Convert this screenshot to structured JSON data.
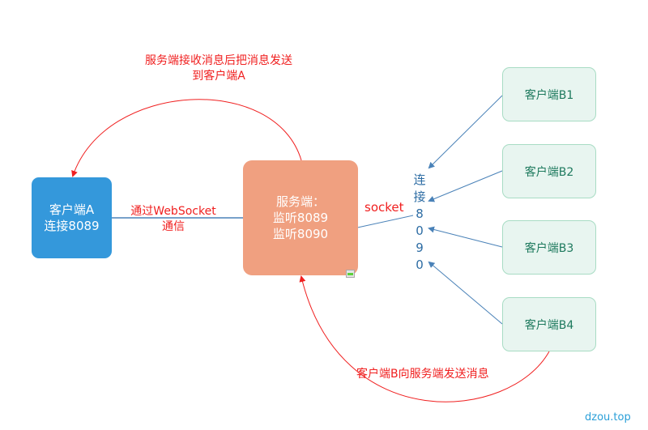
{
  "top_annotation": {
    "line1": "服务端接收消息后把消息发送",
    "line2": "到客户端A"
  },
  "client_a": {
    "line1": "客户端A",
    "line2": "连接8089"
  },
  "websocket_label": {
    "line1": "通过WebSocket",
    "line2": "通信"
  },
  "server": {
    "line1": "服务端：",
    "line2": "监听8089",
    "line3": "监听8090"
  },
  "socket_label": "socket",
  "port_label_chars": [
    "连",
    "接",
    "8",
    "0",
    "9",
    "0"
  ],
  "clients_b": [
    "客户端B1",
    "客户端B2",
    "客户端B3",
    "客户端B4"
  ],
  "bottom_annotation": "客户端B向服务端发送消息",
  "watermark": "dzou.top",
  "colors": {
    "client_a": "#3498db",
    "server": "#f0a080",
    "client_b_fill": "#e8f5f0",
    "client_b_border": "#a8dcc4",
    "client_b_text": "#1e7a5e",
    "annotation_red": "#f02020",
    "link_blue": "#4a82b8",
    "port_blue": "#2e6da4",
    "watermark": "#2a9fd8"
  }
}
